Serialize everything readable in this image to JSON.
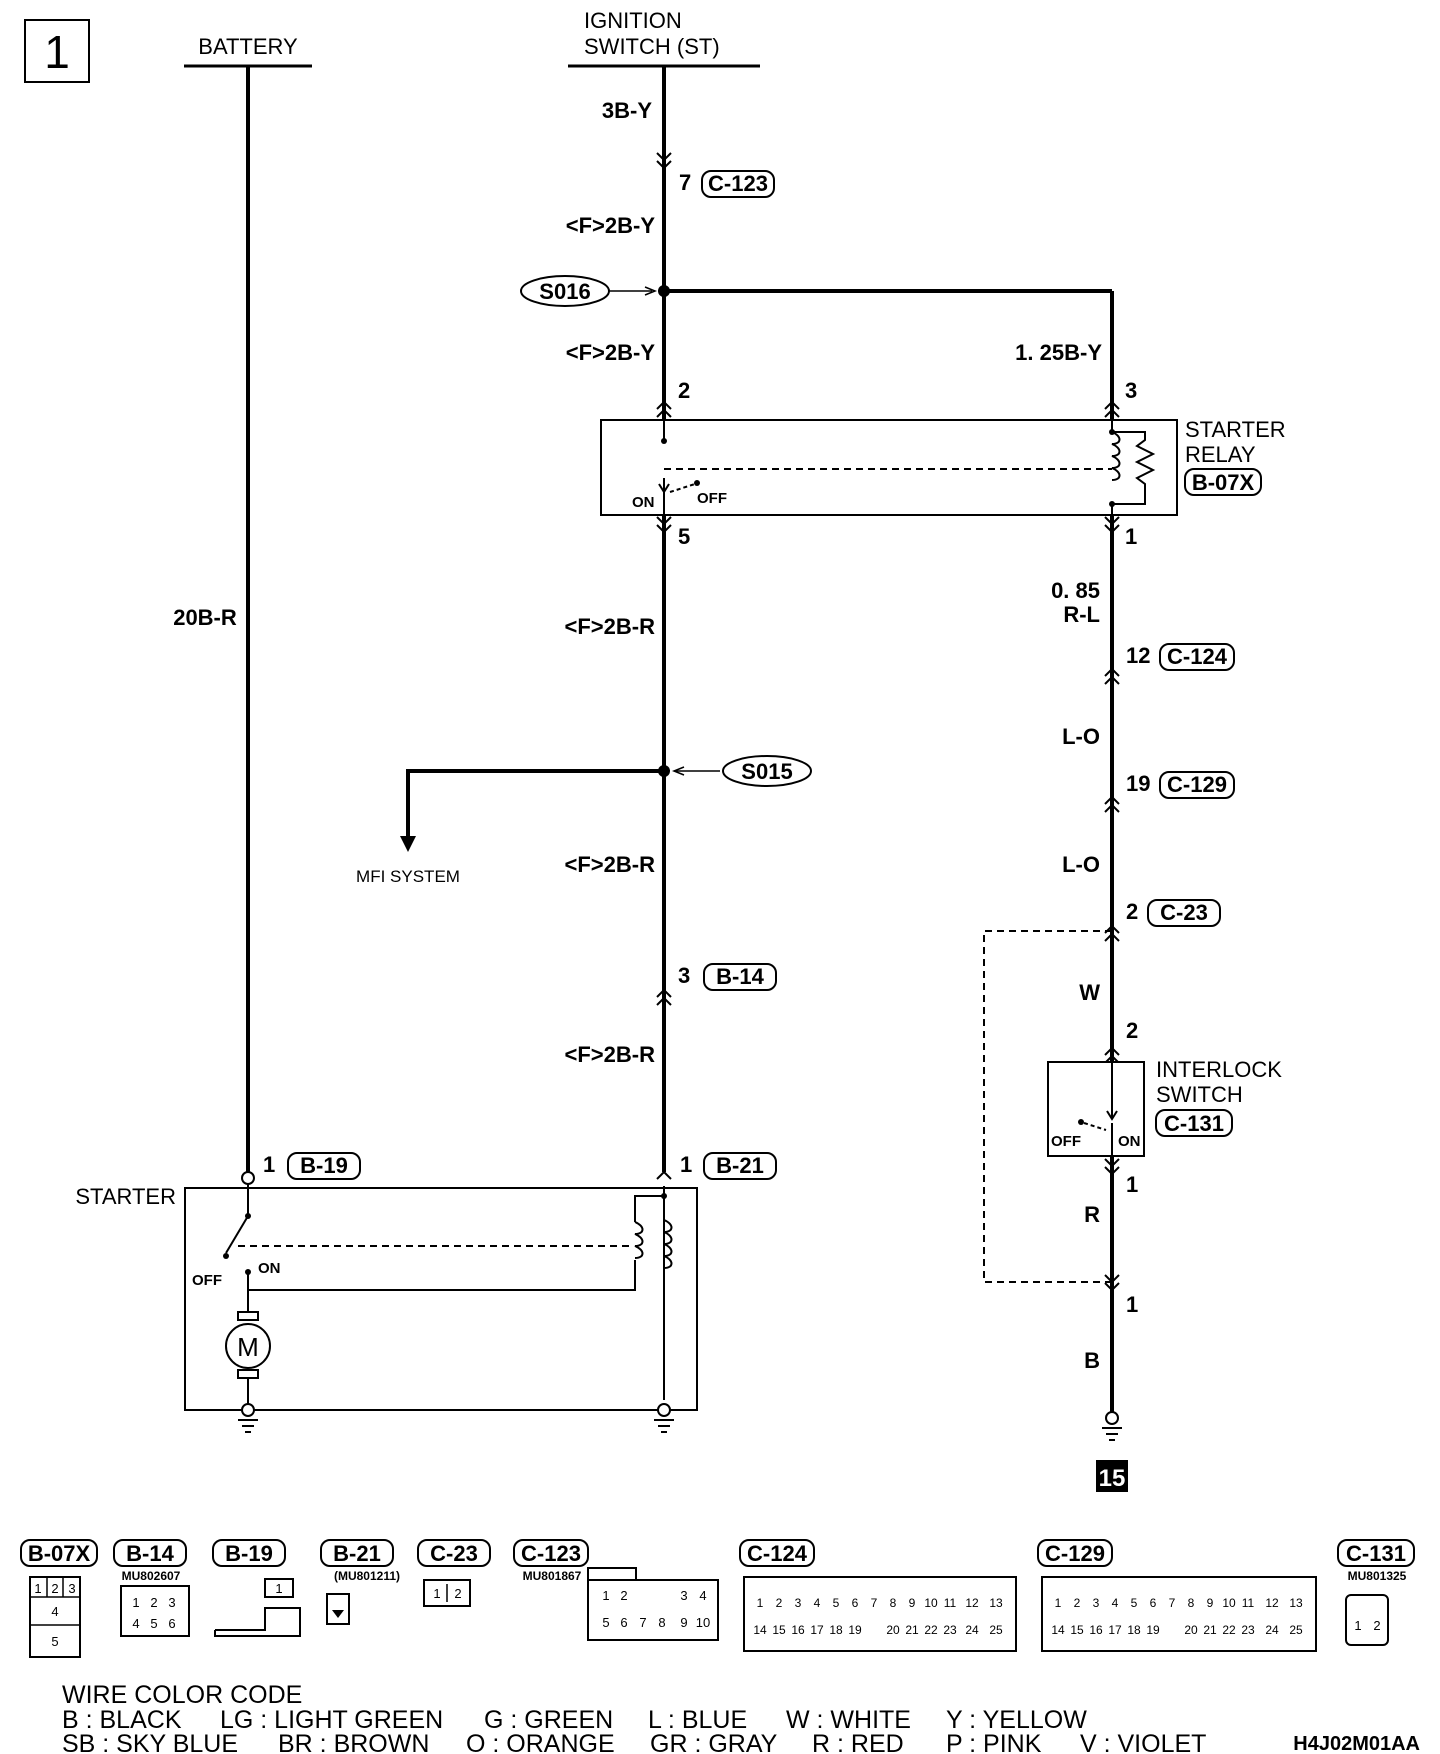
{
  "page_number": "1",
  "sources": {
    "battery": "BATTERY",
    "ignition_line1": "IGNITION",
    "ignition_line2": "SWITCH (ST)"
  },
  "wires": {
    "battery_main": "20B-R",
    "ign_top": "3B-Y",
    "ign_f_upper1": "<F>2B-Y",
    "ign_f_upper2": "<F>2B-Y",
    "relay_branch": "1. 25B-Y",
    "relay_out_a": "0. 85",
    "relay_out_b": "R-L",
    "main_f_r1": "<F>2B-R",
    "main_f_r2": "<F>2B-R",
    "main_f_r3": "<F>2B-R",
    "lo_1": "L-O",
    "lo_2": "L-O",
    "w": "W",
    "r": "R",
    "b": "B"
  },
  "splices": {
    "s016": "S016",
    "s015": "S015"
  },
  "connectors": {
    "c123_pin": "7",
    "c123": "C-123",
    "relay_pin_2": "2",
    "relay_pin_3": "3",
    "relay_pin_5": "5",
    "relay_pin_1": "1",
    "c124_pin": "12",
    "c124": "C-124",
    "c129_pin": "19",
    "c129": "C-129",
    "c23_pin": "2",
    "c23": "C-23",
    "b14_pin": "3",
    "b14": "B-14",
    "b19_pin": "1",
    "b19": "B-19",
    "b21_pin": "1",
    "b21": "B-21",
    "il_pin_2": "2",
    "il_pin_1": "1",
    "il_pin_1b": "1"
  },
  "components": {
    "starter_relay_line1": "STARTER",
    "starter_relay_line2": "RELAY",
    "starter_relay_id": "B-07X",
    "interlock_line1": "INTERLOCK",
    "interlock_line2": "SWITCH",
    "interlock_id": "C-131",
    "starter": "STARTER",
    "mfi": "MFI SYSTEM",
    "motor": "M",
    "ground_ref": "15"
  },
  "switch_states": {
    "relay_on": "ON",
    "relay_off": "OFF",
    "interlock_off": "OFF",
    "interlock_on": "ON",
    "starter_off": "OFF",
    "starter_on": "ON"
  },
  "connector_legend": [
    {
      "id": "B-07X",
      "part": ""
    },
    {
      "id": "B-14",
      "part": "MU802607"
    },
    {
      "id": "B-19",
      "part": ""
    },
    {
      "id": "B-21",
      "part": "(MU801211)"
    },
    {
      "id": "C-23",
      "part": ""
    },
    {
      "id": "C-123",
      "part": "MU801867"
    },
    {
      "id": "C-124",
      "part": ""
    },
    {
      "id": "C-129",
      "part": ""
    },
    {
      "id": "C-131",
      "part": "MU801325"
    }
  ],
  "connector_pins": {
    "b07x": [
      "1",
      "2",
      "3",
      "4",
      "5"
    ],
    "b14": [
      "1",
      "2",
      "3",
      "4",
      "5",
      "6"
    ],
    "b19": [
      "1"
    ],
    "c23": [
      "1",
      "2"
    ],
    "c123": [
      "1",
      "2",
      "3",
      "4",
      "5",
      "6",
      "7",
      "8",
      "9",
      "10"
    ],
    "c131": [
      "1",
      "2"
    ],
    "wide_top": [
      "1",
      "2",
      "3",
      "4",
      "5",
      "6",
      "7",
      "8",
      "9",
      "10",
      "11",
      "12",
      "13"
    ],
    "wide_bottom": [
      "14",
      "15",
      "16",
      "17",
      "18",
      "19",
      "20",
      "21",
      "22",
      "23",
      "24",
      "25"
    ]
  },
  "wire_color_code": {
    "title": "WIRE COLOR CODE",
    "row1": [
      "B : BLACK",
      "LG : LIGHT GREEN",
      "G : GREEN",
      "L : BLUE",
      "W : WHITE",
      "Y : YELLOW"
    ],
    "row2": [
      "SB : SKY BLUE",
      "BR : BROWN",
      "O : ORANGE",
      "GR : GRAY",
      "R : RED",
      "P : PINK",
      "V : VIOLET"
    ]
  },
  "diagram_code": "H4J02M01AA"
}
